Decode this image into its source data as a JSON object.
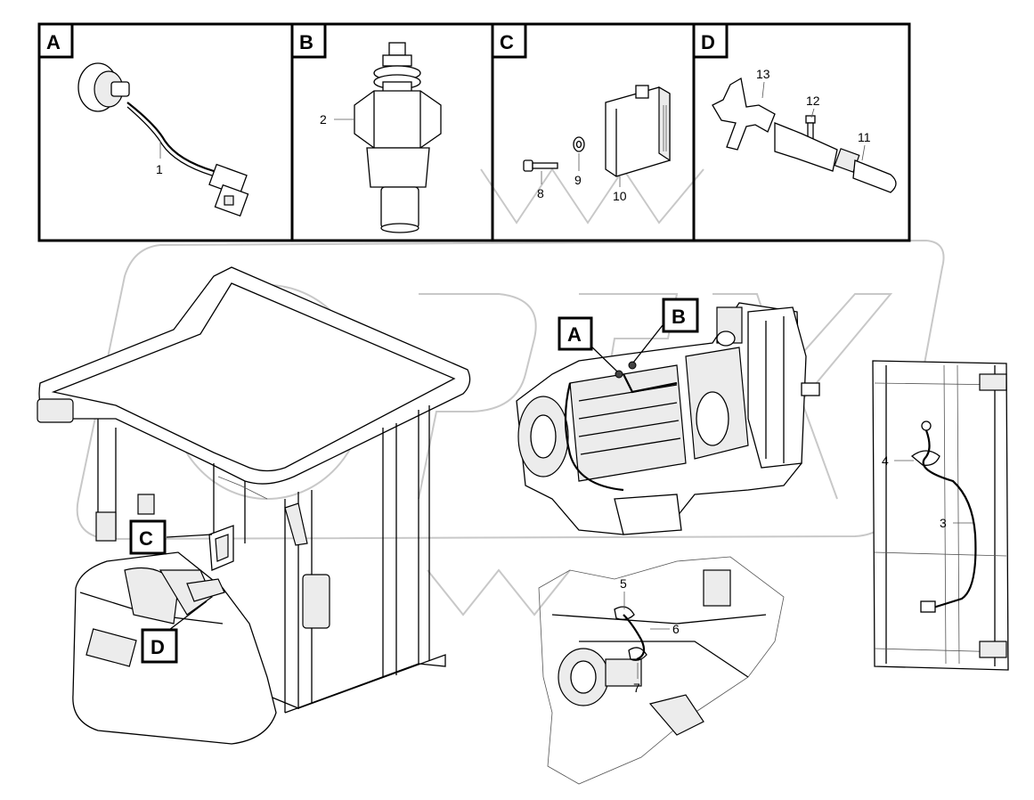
{
  "panels": [
    {
      "letter": "A",
      "parts": [
        "1"
      ]
    },
    {
      "letter": "B",
      "parts": [
        "2"
      ]
    },
    {
      "letter": "C",
      "parts": [
        "8",
        "9",
        "10"
      ]
    },
    {
      "letter": "D",
      "parts": [
        "13",
        "12",
        "11"
      ]
    }
  ],
  "main_callouts": {
    "cab": [
      "C",
      "D"
    ],
    "engine": [
      "A",
      "B"
    ]
  },
  "frame_parts": [
    "4",
    "3"
  ],
  "chassis_parts": [
    "5",
    "6",
    "7"
  ]
}
